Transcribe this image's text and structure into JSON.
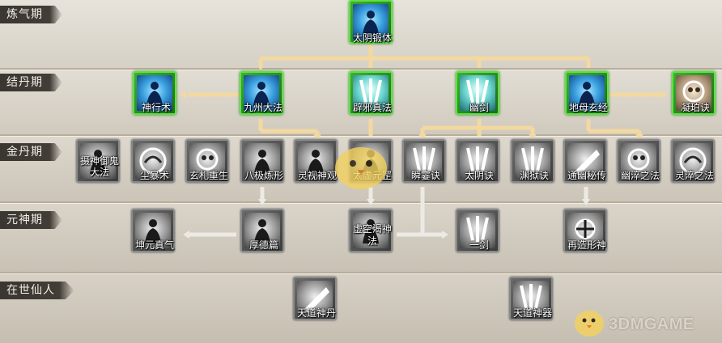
{
  "tiers": [
    {
      "id": "lianqi",
      "label": "炼气期"
    },
    {
      "id": "jiedan",
      "label": "结丹期"
    },
    {
      "id": "jindan",
      "label": "金丹期"
    },
    {
      "id": "yuanshen",
      "label": "元神期"
    },
    {
      "id": "zaishi",
      "label": "在世仙人"
    }
  ],
  "nodes": {
    "taiyin_duanti": {
      "name": "太阴锻体",
      "state": "active",
      "icon": "meditating-figure-icon",
      "tone": "blue"
    },
    "shenxing_shu": {
      "name": "神行术",
      "state": "active",
      "icon": "meditating-figure-icon",
      "tone": "blue"
    },
    "jiuzhou_dafa": {
      "name": "九州大法",
      "state": "active",
      "icon": "meditating-figure-icon",
      "tone": "blue"
    },
    "pixie_zhenfa": {
      "name": "辟邪真法",
      "state": "active",
      "icon": "sword-burst-icon",
      "tone": "teal"
    },
    "youjian": {
      "name": "幽剑",
      "state": "active",
      "icon": "sword-burst-icon",
      "tone": "teal"
    },
    "dimu_xuanjing": {
      "name": "地母玄经",
      "state": "active",
      "icon": "meditating-figure-icon",
      "tone": "blue"
    },
    "ningpo_jue": {
      "name": "凝珀诀",
      "state": "active",
      "icon": "beast-emblem-icon",
      "tone": "beige"
    },
    "sheshen_yugui": {
      "name": "摄神御鬼大法",
      "line1": "摄神御鬼",
      "line2": "大法",
      "state": "locked",
      "icon": "meditating-figure-icon"
    },
    "chenbao_shu": {
      "name": "尘暴术",
      "state": "locked",
      "icon": "dragon-emblem-icon"
    },
    "xuanzha_chongsheng": {
      "name": "玄札重生",
      "state": "locked",
      "icon": "beast-emblem-icon"
    },
    "baji_lianxing": {
      "name": "八极炼形",
      "state": "locked",
      "icon": "meditating-figure-icon"
    },
    "lingshi_shenguan": {
      "name": "灵视神观",
      "state": "locked",
      "icon": "meditating-figure-icon"
    },
    "taixu_yuanzhao": {
      "name": "太虚元罡",
      "state": "locked",
      "icon": "meditating-figure-icon"
    },
    "shunyin_jue": {
      "name": "瞬霎诀",
      "state": "locked",
      "icon": "sword-burst-icon"
    },
    "taiyin_jue": {
      "name": "太阴诀",
      "state": "locked",
      "icon": "sword-burst-icon"
    },
    "yuanyu_jue": {
      "name": "渊狱诀",
      "state": "locked",
      "icon": "sword-burst-icon"
    },
    "tongyou_michuan": {
      "name": "通幽秘传",
      "state": "locked",
      "icon": "blade-slash-icon"
    },
    "youcui_zhifa": {
      "name": "幽淬之法",
      "state": "locked",
      "icon": "beast-emblem-icon"
    },
    "lingcui_zhifa": {
      "name": "灵淬之法",
      "state": "locked",
      "icon": "dragon-emblem-icon"
    },
    "kunyuan_zhenqi": {
      "name": "坤元真气",
      "state": "locked",
      "icon": "meditating-figure-icon"
    },
    "houde_pian": {
      "name": "厚德篇",
      "state": "locked",
      "icon": "meditating-figure-icon"
    },
    "xukong_kesheng": {
      "name": "虚空渴神法",
      "line1": "虚空渴神",
      "line2": "法",
      "state": "locked",
      "icon": "meditating-figure-icon"
    },
    "yijian": {
      "name": "一剑",
      "state": "locked",
      "icon": "sword-burst-icon"
    },
    "zaizao_xingshen": {
      "name": "再造形神",
      "state": "locked",
      "icon": "rune-circle-icon"
    },
    "tiandao_shendan": {
      "name": "天道神丹",
      "state": "locked",
      "icon": "blade-slash-icon"
    },
    "tiandao_shenqi": {
      "name": "天道神器",
      "state": "locked",
      "icon": "sword-burst-icon"
    }
  },
  "watermark": {
    "text": "3DMGAME",
    "mascot": "chick-mascot-icon"
  },
  "colors": {
    "link_active": "#f3d9a0",
    "link_locked": "#e9e6e0",
    "node_active_border": "#5fe04a",
    "node_locked_border": "#8a8a8a",
    "tier_label_bg": "#3a3631"
  }
}
